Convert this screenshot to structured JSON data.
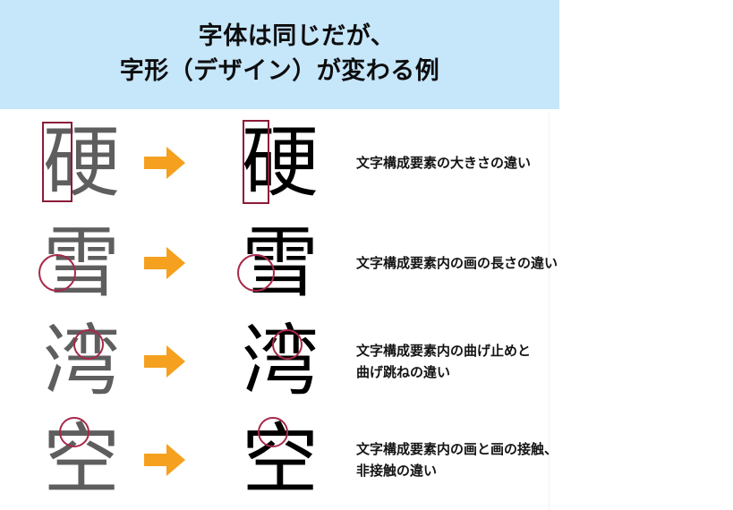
{
  "header": {
    "title_line_1": "字体は同じだが、",
    "title_line_2": "字形（デザイン）が変わる例",
    "background_color": "#c6e6fa",
    "text_color": "#0d0d0d"
  },
  "colors": {
    "banner_blue": "#c6e6fa",
    "arrow_orange": "#f5a01e",
    "highlight_red": "#8c1b38",
    "glyph_before_gray": "#5e5e5e",
    "glyph_after_black": "#000000",
    "page_background": "#ffffff"
  },
  "arrow": {
    "icon": "right-arrow-icon",
    "color": "#f5a01e"
  },
  "rows": [
    {
      "glyph_before": "硬",
      "glyph_after": "硬",
      "highlight_shape": "rectangle",
      "caption_lines": [
        "文字構成要素の大きさの違い"
      ]
    },
    {
      "glyph_before": "雪",
      "glyph_after": "雪",
      "highlight_shape": "circle",
      "caption_lines": [
        "文字構成要素内の画の長さの違い"
      ]
    },
    {
      "glyph_before": "湾",
      "glyph_after": "湾",
      "highlight_shape": "circle",
      "caption_lines": [
        "文字構成要素内の曲げ止めと",
        "曲げ跳ねの違い"
      ]
    },
    {
      "glyph_before": "空",
      "glyph_after": "空",
      "highlight_shape": "circle",
      "caption_lines": [
        "文字構成要素内の画と画の接触、",
        "非接触の違い"
      ]
    }
  ]
}
